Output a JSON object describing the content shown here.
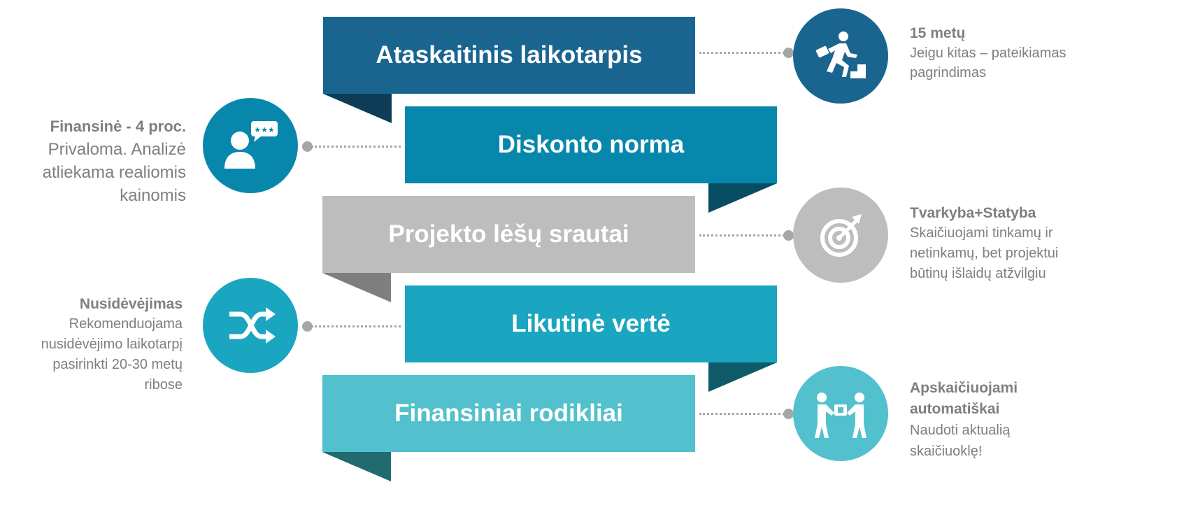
{
  "colors": {
    "band1": "#1a6590",
    "band2": "#0887ad",
    "band3": "#bdbdbd",
    "band4": "#1aa5c0",
    "band5": "#52c1cd",
    "connector": "#a6a6a6",
    "note_text": "#7f7f7f"
  },
  "bands": [
    {
      "label": "Ataskaitinis laikotarpis"
    },
    {
      "label": "Diskonto norma"
    },
    {
      "label": "Projekto lėšų srautai"
    },
    {
      "label": "Likutinė vertė"
    },
    {
      "label": "Finansiniai rodikliai"
    }
  ],
  "notes": {
    "n1": {
      "title": "15 metų",
      "lines": [
        "Jeigu kitas – pateikiamas",
        "pagrindimas"
      ],
      "icon": "runner-stairs-icon"
    },
    "n2": {
      "title": "Finansinė - 4 proc.",
      "lines": [
        "Privaloma. Analizė",
        "atliekama realiomis",
        "kainomis"
      ],
      "icon": "person-rating-icon"
    },
    "n3": {
      "title": "Tvarkyba+Statyba",
      "lines": [
        "Skaičiuojami tinkamų ir",
        "netinkamų, bet projektui",
        "būtinų išlaidų atžvilgiu"
      ],
      "icon": "target-arrow-icon"
    },
    "n4": {
      "title": "Nusidėvėjimas",
      "lines": [
        "Rekomenduojama",
        "nusidėvėjimo laikotarpį",
        "pasirinkti 20-30 metų",
        "ribose"
      ],
      "icon": "shuffle-icon"
    },
    "n5": {
      "title_lines": [
        "Apskaičiuojami",
        "automatiškai"
      ],
      "lines": [
        "Naudoti aktualią",
        "skaičiuoklę!"
      ],
      "icon": "people-exchange-icon"
    }
  }
}
